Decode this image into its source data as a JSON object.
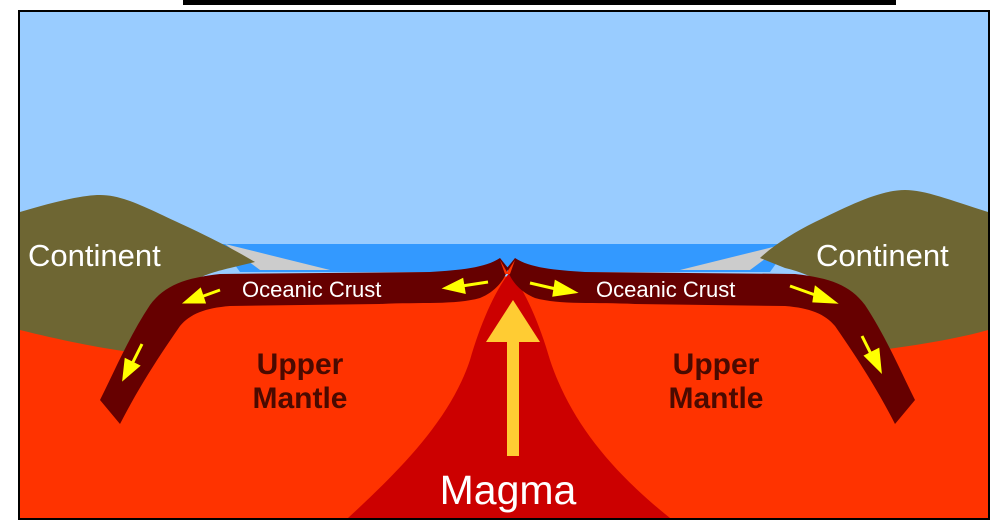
{
  "diagram": {
    "labels": {
      "continent_left": "Continent",
      "continent_right": "Continent",
      "crust_left": "Oceanic Crust",
      "crust_right": "Oceanic Crust",
      "mantle_left_line1": "Upper",
      "mantle_left_line2": "Mantle",
      "mantle_right_line1": "Upper",
      "mantle_right_line2": "Mantle",
      "magma": "Magma"
    },
    "colors": {
      "sky": "#99ccff",
      "ocean": "#3399ff",
      "continent": "#6e6633",
      "mantle": "#ff3300",
      "magma_plume": "#cc0000",
      "crust": "#660000",
      "arrow": "#ffff00",
      "magma_arrow": "#ffcc33",
      "seabed": "#cccccc"
    }
  }
}
